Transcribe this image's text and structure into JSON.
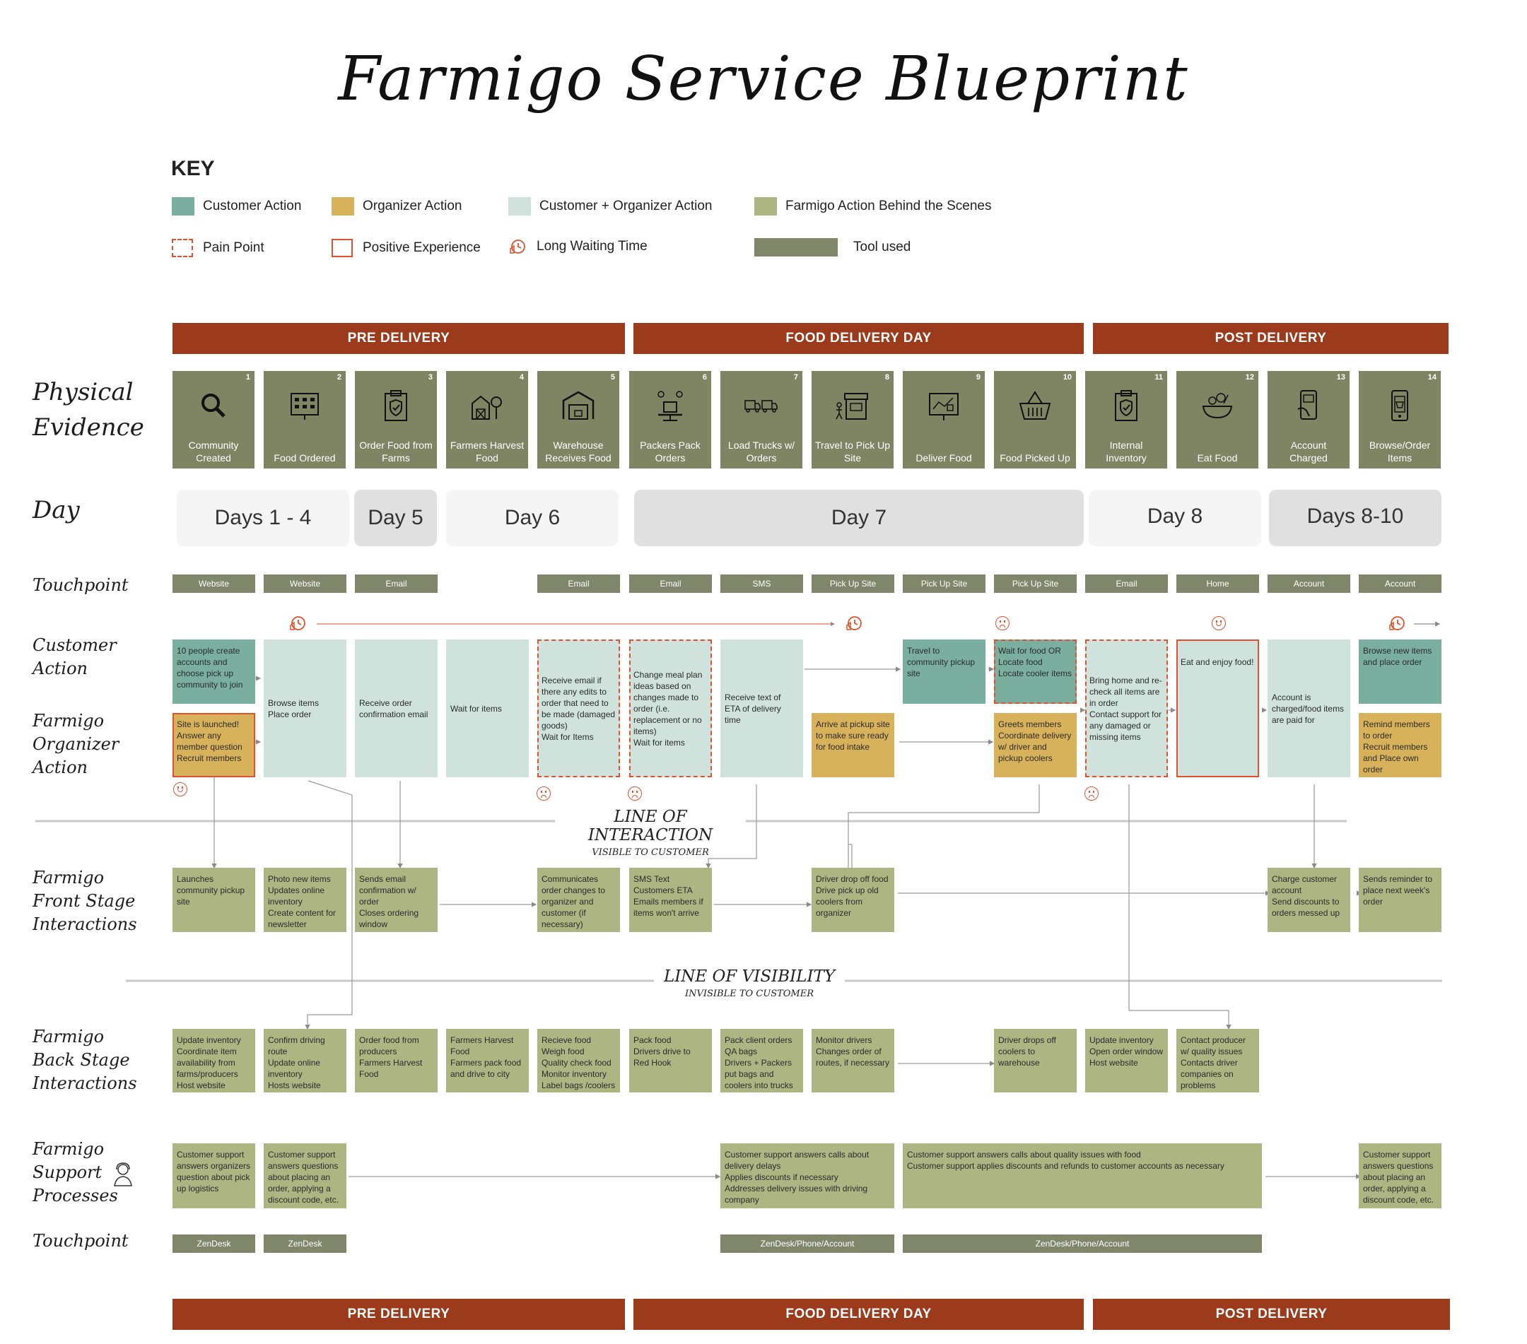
{
  "title": "Farmigo Service Blueprint",
  "key": {
    "heading": "KEY",
    "items": [
      {
        "label": "Customer Action",
        "color": "#7aae9f"
      },
      {
        "label": "Organizer Action",
        "color": "#d8b25a"
      },
      {
        "label": "Customer  + Organizer Action",
        "color": "#cfe3dc"
      },
      {
        "label": "Farmigo Action Behind the Scenes",
        "color": "#adb583"
      },
      {
        "label": "Pain Point"
      },
      {
        "label": "Positive Experience"
      },
      {
        "label": "Long Waiting Time"
      },
      {
        "label": "Tool used",
        "color": "#80866a"
      }
    ]
  },
  "phases": [
    "PRE DELIVERY",
    "FOOD DELIVERY DAY",
    "POST DELIVERY"
  ],
  "row_labels": {
    "physical": "Physical\nEvidence",
    "day": "Day",
    "touchpoint": "Touchpoint",
    "customer": "Customer\nAction",
    "organizer": "Farmigo\nOrganizer\nAction",
    "front": "Farmigo\nFront Stage\nInteractions",
    "back": "Farmigo\nBack Stage\nInteractions",
    "support": "Farmigo\nSupport\nProcesses",
    "touchpoint2": "Touchpoint"
  },
  "line_of_interaction": {
    "title": "LINE OF INTERACTION",
    "sub": "VISIBLE TO CUSTOMER"
  },
  "line_of_visibility": {
    "title": "LINE OF VISIBILITY",
    "sub": "INVISIBLE TO CUSTOMER"
  },
  "physical_evidence": [
    {
      "num": "1",
      "label": "Community Created",
      "icon": "search-icon"
    },
    {
      "num": "2",
      "label": "Food Ordered",
      "icon": "calendar-grid-icon"
    },
    {
      "num": "3",
      "label": "Order Food from Farms",
      "icon": "clipboard-shield-icon"
    },
    {
      "num": "4",
      "label": "Farmers Harvest Food",
      "icon": "farm-barn-icon"
    },
    {
      "num": "5",
      "label": "Warehouse Receives Food",
      "icon": "warehouse-icon"
    },
    {
      "num": "6",
      "label": "Packers Pack Orders",
      "icon": "scale-package-icon"
    },
    {
      "num": "7",
      "label": "Load Trucks w/ Orders",
      "icon": "trucks-icon"
    },
    {
      "num": "8",
      "label": "Travel to Pick Up Site",
      "icon": "storefront-icon"
    },
    {
      "num": "9",
      "label": "Deliver Food",
      "icon": "map-board-icon"
    },
    {
      "num": "10",
      "label": "Food Picked Up",
      "icon": "basket-icon"
    },
    {
      "num": "11",
      "label": "Internal Inventory",
      "icon": "clipboard-shield-icon"
    },
    {
      "num": "12",
      "label": "Eat Food",
      "icon": "salad-bowl-icon"
    },
    {
      "num": "13",
      "label": "Account Charged",
      "icon": "credit-card-icon"
    },
    {
      "num": "14",
      "label": "Browse/Order Items",
      "icon": "mobile-shop-icon"
    }
  ],
  "days": [
    "Days 1 - 4",
    "Day 5",
    "Day 6",
    "Day 7",
    "Day 8",
    "Days 8-10"
  ],
  "touchpoints": [
    "Website",
    "Website",
    "Email",
    "Email",
    "Email",
    "SMS",
    "Pick Up Site",
    "Pick Up Site",
    "Pick Up Site",
    "Email",
    "Home",
    "Account",
    "Account"
  ],
  "customer_cards": [
    "10 people create accounts and choose pick up community to join",
    "Browse items\nPlace order",
    "Receive order confirmation email",
    "Wait for items",
    "Receive email if there any edits to order that need to be made (damaged goods)\nWait for Items",
    "Change meal plan ideas based on changes made to order (i.e. replacement or no items)\nWait for items",
    "Receive text of ETA of delivery time",
    "Travel to community pickup site",
    "Wait for food OR Locate food\nLocate cooler items",
    "Bring home and re-check all items are in order\nContact support for any damaged or missing items",
    "Eat and enjoy food!",
    "Account is charged/food items are paid for",
    "Browse new items and place order"
  ],
  "organizer_cards": [
    "Site is launched!\nAnswer any member question\nRecruit members",
    "Arrive at pickup site to make sure ready for food intake",
    "Greets members\nCoordinate delivery w/ driver and pickup coolers",
    "Remind members to order\nRecruit members and Place own order"
  ],
  "front_cards": [
    "Launches community pickup site",
    "Photo new items\nUpdates online inventory\nCreate content for newsletter",
    "Sends email confirmation w/ order\nCloses ordering window",
    "Communicates order changes to organizer and customer (if necessary)",
    "SMS Text\nCustomers ETA\nEmails members if items won't arrive",
    "Driver drop off food\nDrive pick up old coolers from organizer",
    "Charge customer account\nSend discounts to orders messed up",
    "Sends reminder to place next week's order"
  ],
  "back_cards": [
    "Update inventory\nCoordinate item availability from farms/producers\nHost website",
    "Confirm driving route\nUpdate online inventory\nHosts website",
    "Order food from producers\nFarmers Harvest Food",
    "Farmers Harvest Food\nFarmers pack food and drive to city",
    "Recieve food\nWeigh food\nQuality check food\nMonitor inventory\nLabel bags /coolers",
    "Pack food\nDrivers drive to Red Hook",
    "Pack client orders\nQA bags\nDrivers + Packers put bags and coolers into trucks",
    "Monitor drivers\nChanges order of routes, if necessary",
    "Driver drops off coolers to warehouse",
    "Update inventory\nOpen order window\nHost website",
    "Contact producer w/ quality issues\nContacts driver companies on problems"
  ],
  "support_cards": [
    "Customer support answers organizers question about pick up logistics",
    "Customer support answers questions about placing an order, applying a discount code, etc.",
    "Customer support answers calls about delivery delays\nApplies discounts if necessary\nAddresses delivery issues with driving company",
    "Customer support answers calls about quality issues with food\nCustomer support applies discounts and refunds to customer accounts as necessary",
    "Customer support answers questions about placing an order, applying a discount code, etc."
  ],
  "support_touchpoints": [
    "ZenDesk",
    "ZenDesk",
    "ZenDesk/Phone/Account",
    "ZenDesk/Phone/Account"
  ],
  "colors": {
    "phase": "#9c3a1c",
    "tool": "#80866a",
    "pain": "#e0522d",
    "customer": "#7aae9f",
    "organizer": "#d8b25a",
    "both": "#cfe3dc",
    "farmigo": "#adb583"
  }
}
